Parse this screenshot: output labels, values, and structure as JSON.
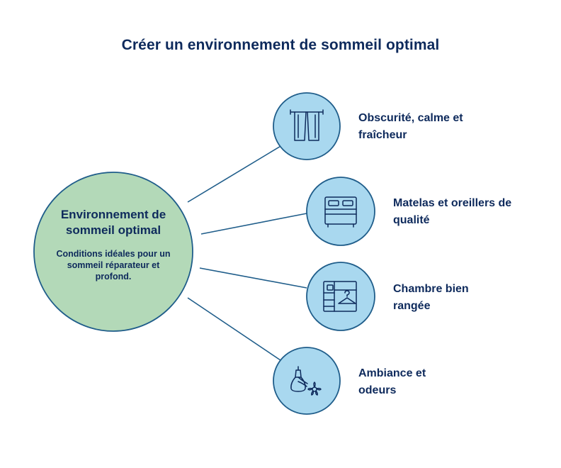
{
  "title": "Créer un environnement de sommeil optimal",
  "center": {
    "title": "Environnement de sommeil optimal",
    "description": "Conditions idéales pour un sommeil réparateur et profond."
  },
  "nodes": [
    {
      "label": "Obscurité, calme et fraîcheur",
      "icon": "curtain-icon"
    },
    {
      "label": "Matelas et oreillers de qualité",
      "icon": "bed-icon"
    },
    {
      "label": "Chambre bien rangée",
      "icon": "wardrobe-icon"
    },
    {
      "label": "Ambiance et odeurs",
      "icon": "diffuser-flower-icon"
    }
  ],
  "colors": {
    "primary": "#0e2a5c",
    "center_fill": "#b3d9b8",
    "node_fill": "#a9d8ef",
    "stroke": "#1f5d8a"
  }
}
